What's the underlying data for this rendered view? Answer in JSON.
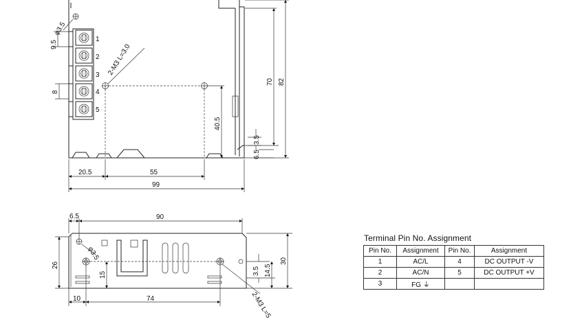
{
  "top_view": {
    "terminal_labels": [
      "1",
      "2",
      "3",
      "4",
      "5"
    ],
    "dim_hole_dia": "φ3.5",
    "dim_pitch": "9.5",
    "dim_terminal": "8",
    "dim_screw": "2-M3 L=3.0",
    "dim_width_total": "99",
    "dim_left_offset": "20.5",
    "dim_hole_span": "55",
    "dim_height_hole": "40.5",
    "dim_height_inner": "70",
    "dim_height_total": "82",
    "dim_small_a": "3.5",
    "dim_small_b": "6.5"
  },
  "side_view": {
    "dim_top_left": "6.5",
    "dim_top_span": "90",
    "dim_height": "26",
    "dim_hole_dia": "φ3.5",
    "dim_inner_height": "15",
    "dim_bottom_left": "10",
    "dim_bottom_span": "74",
    "dim_screw": "2-M3 L=5",
    "dim_small_a": "3.5",
    "dim_small_b": "14.5",
    "dim_height_right": "30"
  },
  "pin_table": {
    "title": "Terminal Pin No.  Assignment",
    "headers": [
      "Pin No.",
      "Assignment",
      "Pin No.",
      "Assignment"
    ],
    "rows": [
      [
        "1",
        "AC/L",
        "4",
        "DC OUTPUT -V"
      ],
      [
        "2",
        "AC/N",
        "5",
        "DC OUTPUT +V"
      ],
      [
        "3",
        "FG ⏚",
        "",
        ""
      ]
    ]
  }
}
